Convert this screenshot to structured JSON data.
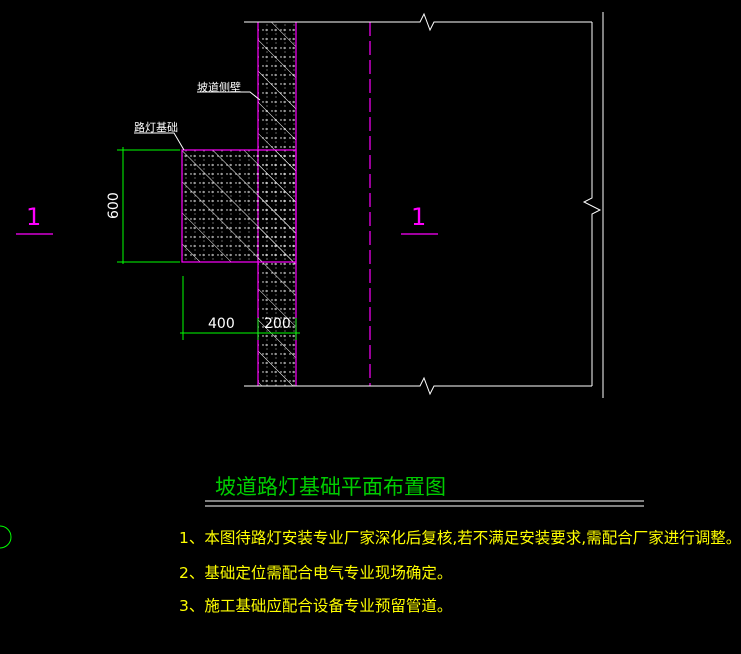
{
  "labels": {
    "wall_label": "坡道侧壁",
    "foundation_label": "路灯基础",
    "section_mark_left": "1",
    "section_mark_right": "1",
    "dim_height": "600",
    "dim_width_left": "400",
    "dim_width_right": "200"
  },
  "title": "坡道路灯基础平面布置图",
  "notes": [
    "1、本图待路灯安装专业厂家深化后复核,若不满足安装要求,需配合厂家进行调整。",
    "2、基础定位需配合电气专业现场确定。",
    "3、施工基础应配合设备专业预留管道。"
  ],
  "colors": {
    "background": "#000000",
    "wall_line": "#ff00ff",
    "hatch": "#ffffff",
    "dimension": "#00ff00",
    "text_white": "#ffffff",
    "title": "#00cc00",
    "notes": "#ffff00",
    "section_mark": "#ff00ff"
  }
}
